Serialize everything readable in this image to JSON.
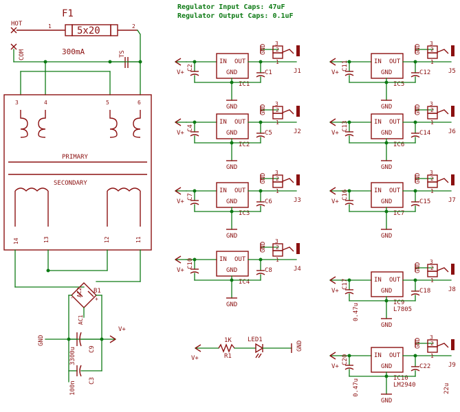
{
  "notes": {
    "line1": "Regulator Input Caps: 47uF",
    "line2": "Regulator Output Caps: 0.1uF"
  },
  "fuse": {
    "ref": "F1",
    "value": "5x20",
    "rating": "300mA",
    "pin1": "1",
    "pin2": "2"
  },
  "inputs": {
    "hot": "HOT",
    "com": "COM",
    "ts": "TS"
  },
  "transformer": {
    "primary": "PRIMARY",
    "secondary": "SECONDARY",
    "top_pins": [
      "3",
      "4",
      "5",
      "6"
    ],
    "bottom_pins": [
      "14",
      "13",
      "12",
      "11"
    ]
  },
  "rectifier": {
    "ref": "B1",
    "ac1": "AC1",
    "ac2": "AC2",
    "plus": "+",
    "minus": "-"
  },
  "bulk": {
    "c9_ref": "C9",
    "c9_value": "3300u",
    "c3_ref": "C3",
    "c3_value": "100n",
    "gnd": "GND",
    "vplus": "V+"
  },
  "reg_text": {
    "in": "IN",
    "out": "OUT",
    "gnd": "GND",
    "vplus": "V+",
    "gnd_pin": "GND",
    "p1": "1",
    "p2": "2",
    "p3": "3"
  },
  "regulators": [
    {
      "ic": "IC1",
      "cin": "C2",
      "cout": "C1",
      "jack": "J1",
      "cin_val": "",
      "cout_val": "",
      "part": ""
    },
    {
      "ic": "IC5",
      "cin": "C11",
      "cout": "C12",
      "jack": "J5",
      "cin_val": "",
      "cout_val": "",
      "part": ""
    },
    {
      "ic": "IC2",
      "cin": "C4",
      "cout": "C5",
      "jack": "J2",
      "cin_val": "",
      "cout_val": "",
      "part": ""
    },
    {
      "ic": "IC6",
      "cin": "C13",
      "cout": "C14",
      "jack": "J6",
      "cin_val": "",
      "cout_val": "",
      "part": ""
    },
    {
      "ic": "IC3",
      "cin": "C7",
      "cout": "C6",
      "jack": "J3",
      "cin_val": "",
      "cout_val": "",
      "part": ""
    },
    {
      "ic": "IC7",
      "cin": "C16",
      "cout": "C15",
      "jack": "J7",
      "cin_val": "",
      "cout_val": "",
      "part": ""
    },
    {
      "ic": "IC4",
      "cin": "C10",
      "cout": "C8",
      "jack": "J4",
      "cin_val": "",
      "cout_val": "",
      "part": ""
    },
    {
      "ic": "IC9",
      "cin": "C17",
      "cout": "C18",
      "jack": "J8",
      "cin_val": "0.47u",
      "cout_val": "",
      "part": "L7805"
    },
    {
      "ic": "IC10",
      "cin": "C20",
      "cout": "C22",
      "jack": "J9",
      "cin_val": "0.47u",
      "cout_val": "22u",
      "part": "LM2940"
    }
  ],
  "led": {
    "r_ref": "R1",
    "r_val": "1K",
    "led_ref": "LED1",
    "vplus": "V+",
    "gnd": "GND"
  }
}
